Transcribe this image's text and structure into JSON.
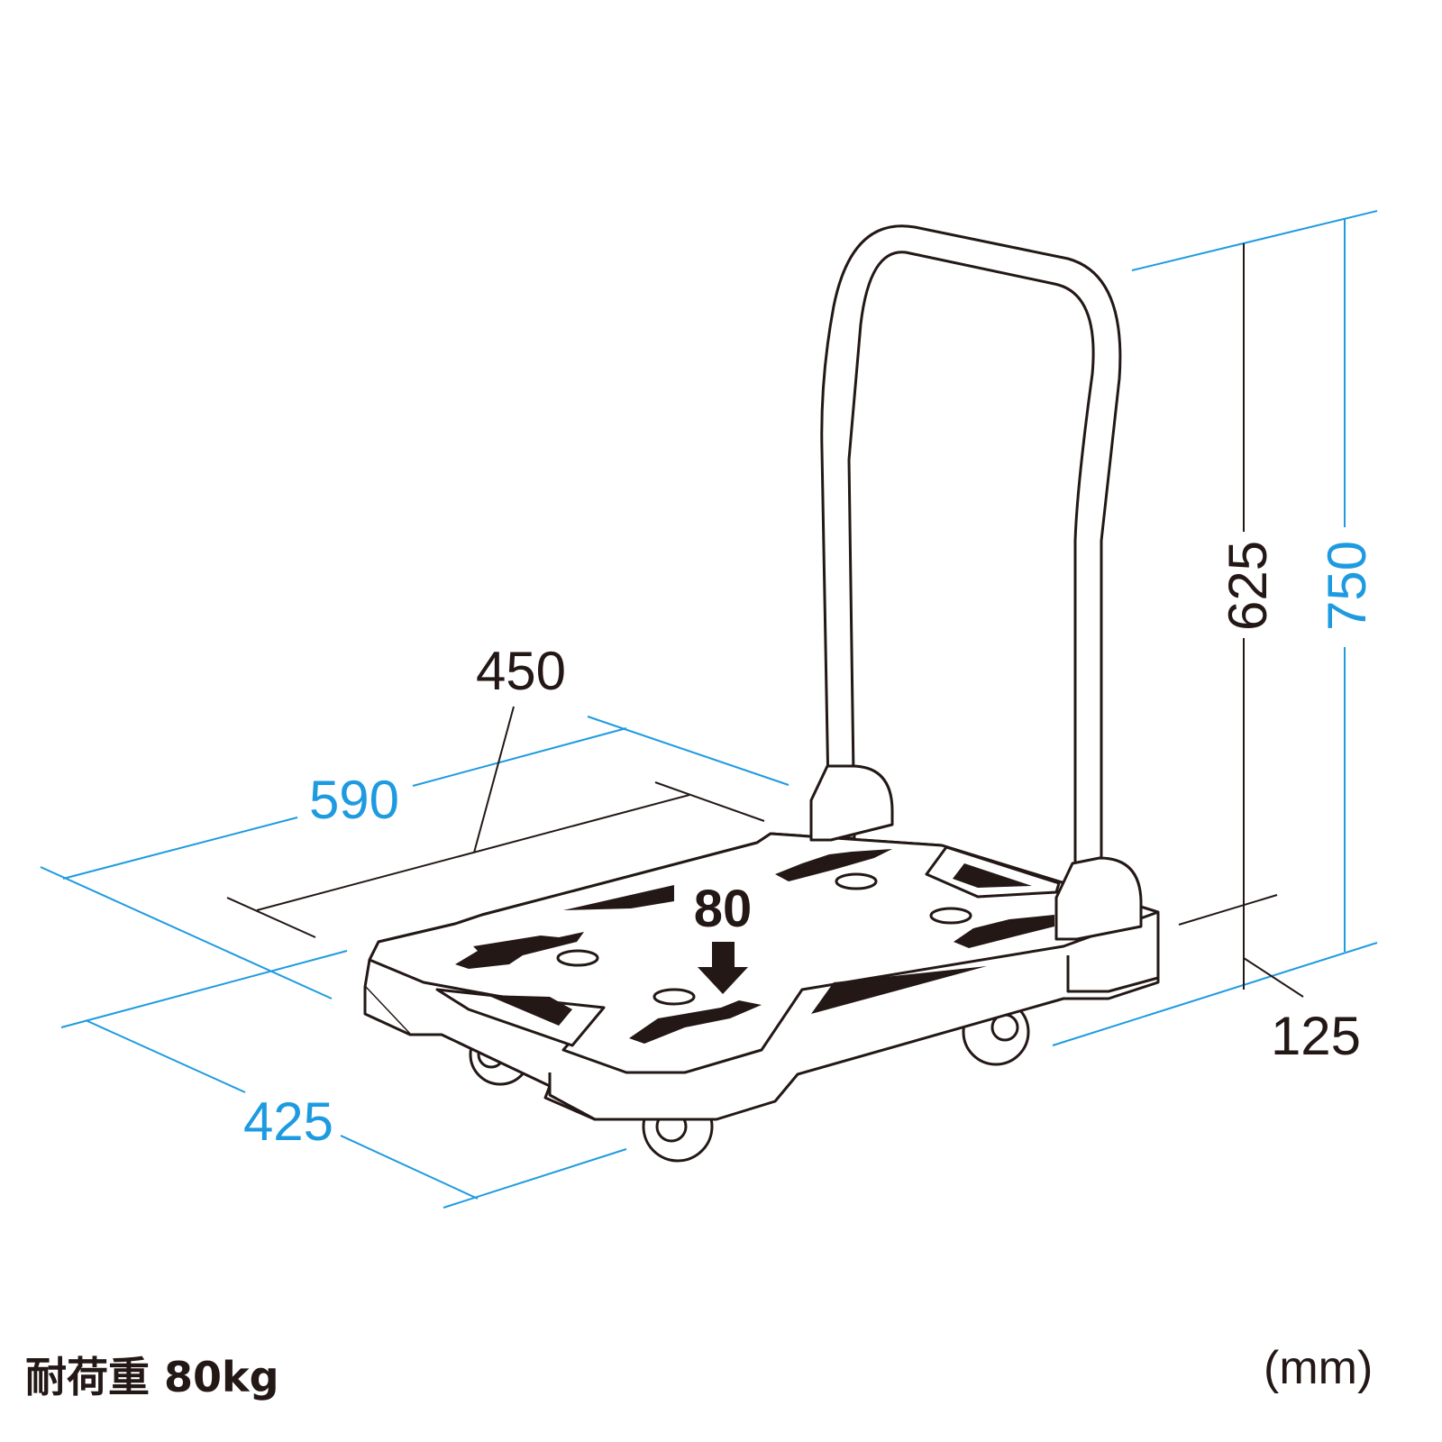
{
  "dimensions": {
    "inner_width": "450",
    "outer_length": "590",
    "load_mark": "80",
    "handle_height": "625",
    "total_height": "750",
    "deck_height": "125",
    "width": "425"
  },
  "caption": "耐荷重 80kg",
  "unit": "(mm)",
  "colors": {
    "dimension_blue": "#1e9be0",
    "line_black": "#231815"
  }
}
